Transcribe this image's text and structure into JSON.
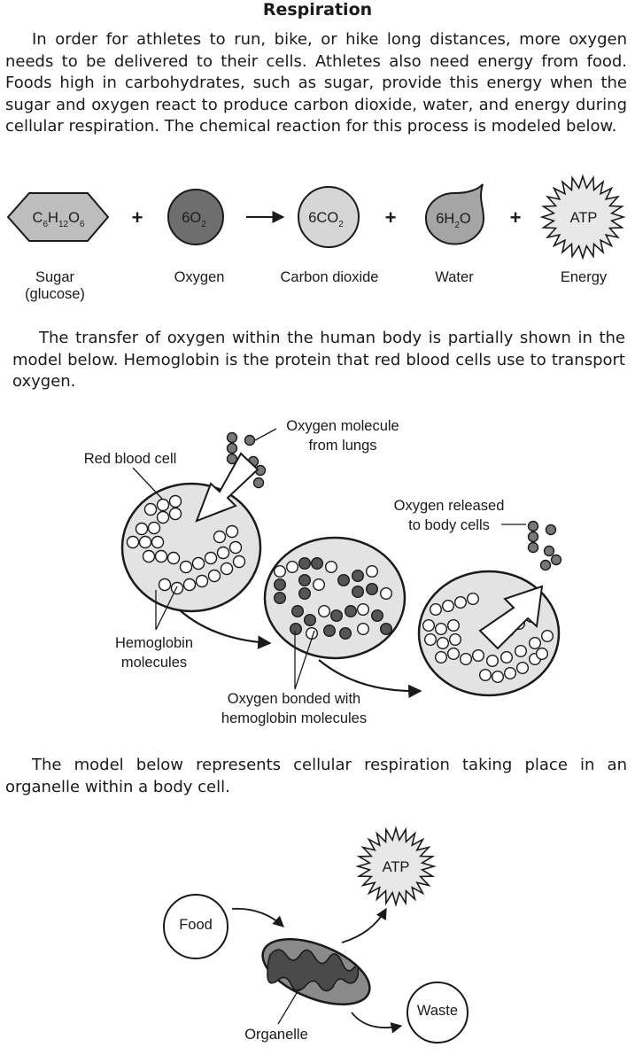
{
  "title": "Respiration",
  "paragraph1": "In order for athletes to run, bike, or hike long distances, more oxygen needs to be delivered to their cells. Athletes also need energy from food. Foods high in carbohydrates, such as sugar, provide this energy when the sugar and oxygen react to produce carbon dioxide, water, and energy during cellular respiration. The chemical reaction for this process is modeled below.",
  "equation": {
    "glucose": {
      "c": "C",
      "c_sub": "6",
      "h": "H",
      "h_sub": "12",
      "o": "O",
      "o_sub": "6",
      "name_line1": "Sugar",
      "name_line2": "(glucose)"
    },
    "plus": "+",
    "arrow": "→",
    "oxygen": {
      "coef": "6O",
      "sub": "2",
      "name": "Oxygen"
    },
    "co2": {
      "coef": "6CO",
      "sub": "2",
      "name": "Carbon dioxide"
    },
    "water": {
      "h": "6H",
      "sub": "2",
      "o": "O",
      "name": "Water"
    },
    "atp": {
      "label": "ATP",
      "name": "Energy"
    }
  },
  "paragraph2": "The transfer of oxygen within the human body is partially shown in the model below. Hemoglobin is the protein that red blood cells use to transport oxygen.",
  "transfer_labels": {
    "oxygen_from_lungs_1": "Oxygen molecule",
    "oxygen_from_lungs_2": "from lungs",
    "red_blood_cell": "Red blood cell",
    "oxygen_released_1": "Oxygen released",
    "oxygen_released_2": "to body cells",
    "hemoglobin_1": "Hemoglobin",
    "hemoglobin_2": "molecules",
    "bonded_1": "Oxygen bonded with",
    "bonded_2": "hemoglobin molecules"
  },
  "paragraph3": "The model below represents cellular respiration taking place in an organelle within a body cell.",
  "organelle_labels": {
    "atp": "ATP",
    "food": "Food",
    "waste": "Waste",
    "organelle": "Organelle"
  }
}
